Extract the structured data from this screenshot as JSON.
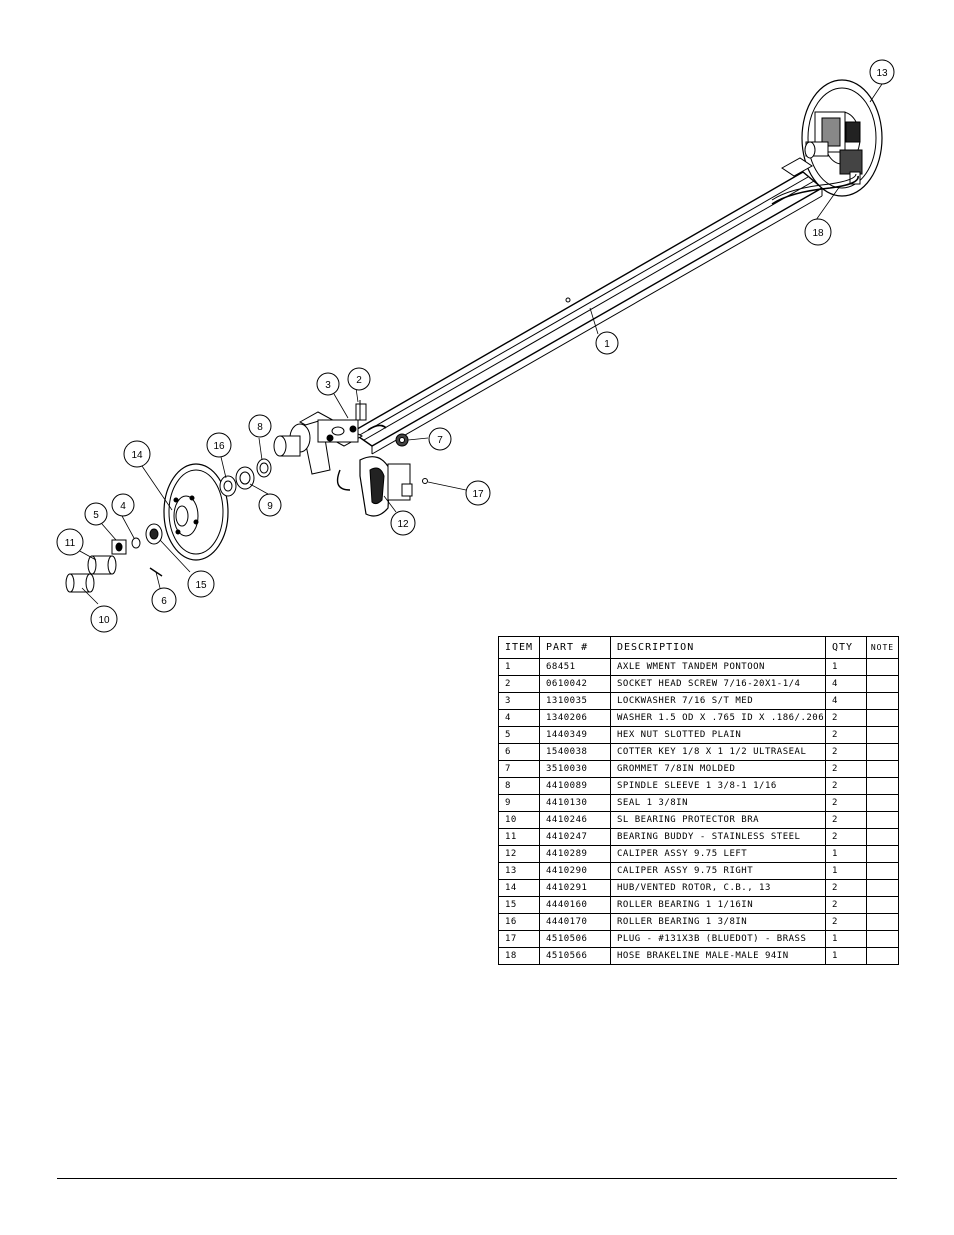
{
  "callouts": [
    "1",
    "2",
    "3",
    "4",
    "5",
    "6",
    "7",
    "8",
    "9",
    "10",
    "11",
    "12",
    "13",
    "14",
    "15",
    "16",
    "17",
    "18"
  ],
  "table": {
    "headers": [
      "ITEM",
      "PART #",
      "DESCRIPTION",
      "QTY",
      "NOTE"
    ],
    "rows": [
      [
        "1",
        "68451",
        "AXLE WMENT   TANDEM PONTOON",
        "1",
        ""
      ],
      [
        "2",
        "0610042",
        "SOCKET HEAD SCREW 7/16-20X1-1/4",
        "4",
        ""
      ],
      [
        "3",
        "1310035",
        "LOCKWASHER 7/16 S/T MED",
        "4",
        ""
      ],
      [
        "4",
        "1340206",
        "WASHER 1.5 OD X .765 ID X .186/.206",
        "2",
        ""
      ],
      [
        "5",
        "1440349",
        "HEX NUT SLOTTED PLAIN",
        "2",
        ""
      ],
      [
        "6",
        "1540038",
        "COTTER KEY 1/8 X 1 1/2 ULTRASEAL",
        "2",
        ""
      ],
      [
        "7",
        "3510030",
        "GROMMET  7/8IN MOLDED",
        "2",
        ""
      ],
      [
        "8",
        "4410089",
        "SPINDLE SLEEVE  1 3/8-1 1/16",
        "2",
        ""
      ],
      [
        "9",
        "4410130",
        "SEAL  1 3/8IN",
        "2",
        ""
      ],
      [
        "10",
        "4410246",
        "SL BEARING PROTECTOR BRA",
        "2",
        ""
      ],
      [
        "11",
        "4410247",
        "BEARING BUDDY - STAINLESS STEEL",
        "2",
        ""
      ],
      [
        "12",
        "4410289",
        "CALIPER ASSY 9.75 LEFT",
        "1",
        ""
      ],
      [
        "13",
        "4410290",
        "CALIPER ASSY 9.75 RIGHT",
        "1",
        ""
      ],
      [
        "14",
        "4410291",
        "HUB/VENTED ROTOR, C.B.,  13",
        "2",
        ""
      ],
      [
        "15",
        "4440160",
        "ROLLER BEARING   1 1/16IN",
        "2",
        ""
      ],
      [
        "16",
        "4440170",
        "ROLLER BEARING   1 3/8IN",
        "2",
        ""
      ],
      [
        "17",
        "4510506",
        "PLUG - #131X3B (BLUEDOT) - BRASS",
        "1",
        ""
      ],
      [
        "18",
        "4510566",
        "HOSE BRAKELINE MALE-MALE 94IN",
        "1",
        ""
      ]
    ]
  }
}
